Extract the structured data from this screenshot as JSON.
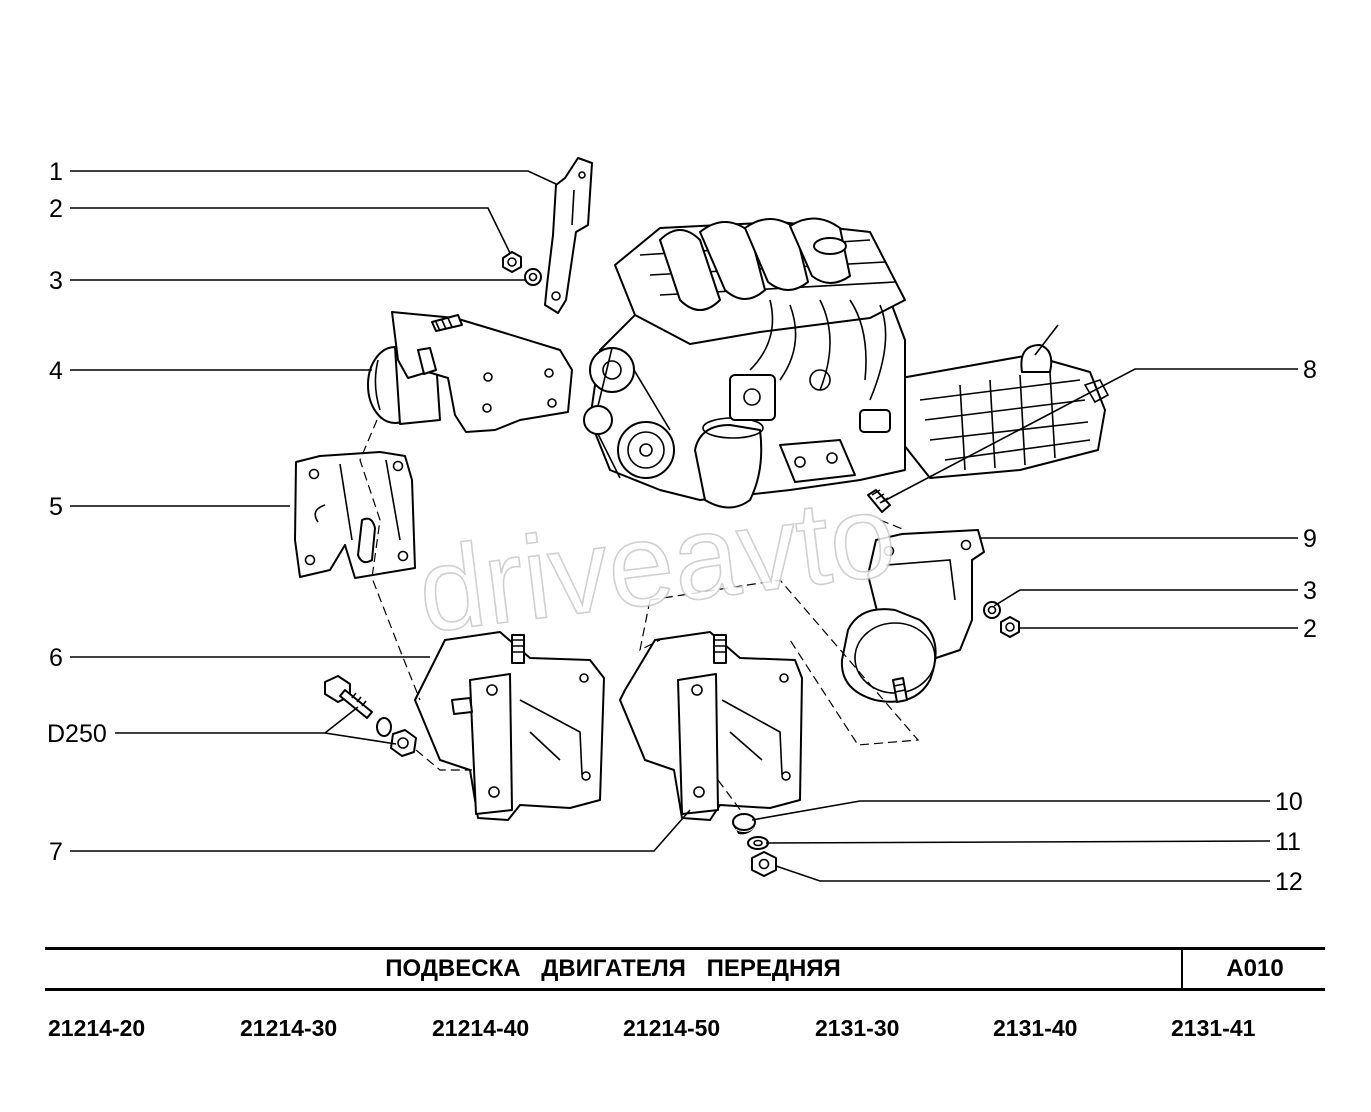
{
  "title": "ПОДВЕСКА   ДВИГАТЕЛЯ   ПЕРЕДНЯЯ",
  "code": "A010",
  "watermark": "driveavto",
  "callouts": {
    "c1": "1",
    "c2": "2",
    "c3": "3",
    "c4": "4",
    "c5": "5",
    "c6": "6",
    "d250": "D250",
    "c7": "7",
    "c8": "8",
    "c9": "9",
    "c3r": "3",
    "c2r": "2",
    "c10": "10",
    "c11": "11",
    "c12": "12"
  },
  "models": [
    "21214-20",
    "21214-30",
    "21214-40",
    "21214-50",
    "2131-30",
    "2131-40",
    "2131-41"
  ]
}
